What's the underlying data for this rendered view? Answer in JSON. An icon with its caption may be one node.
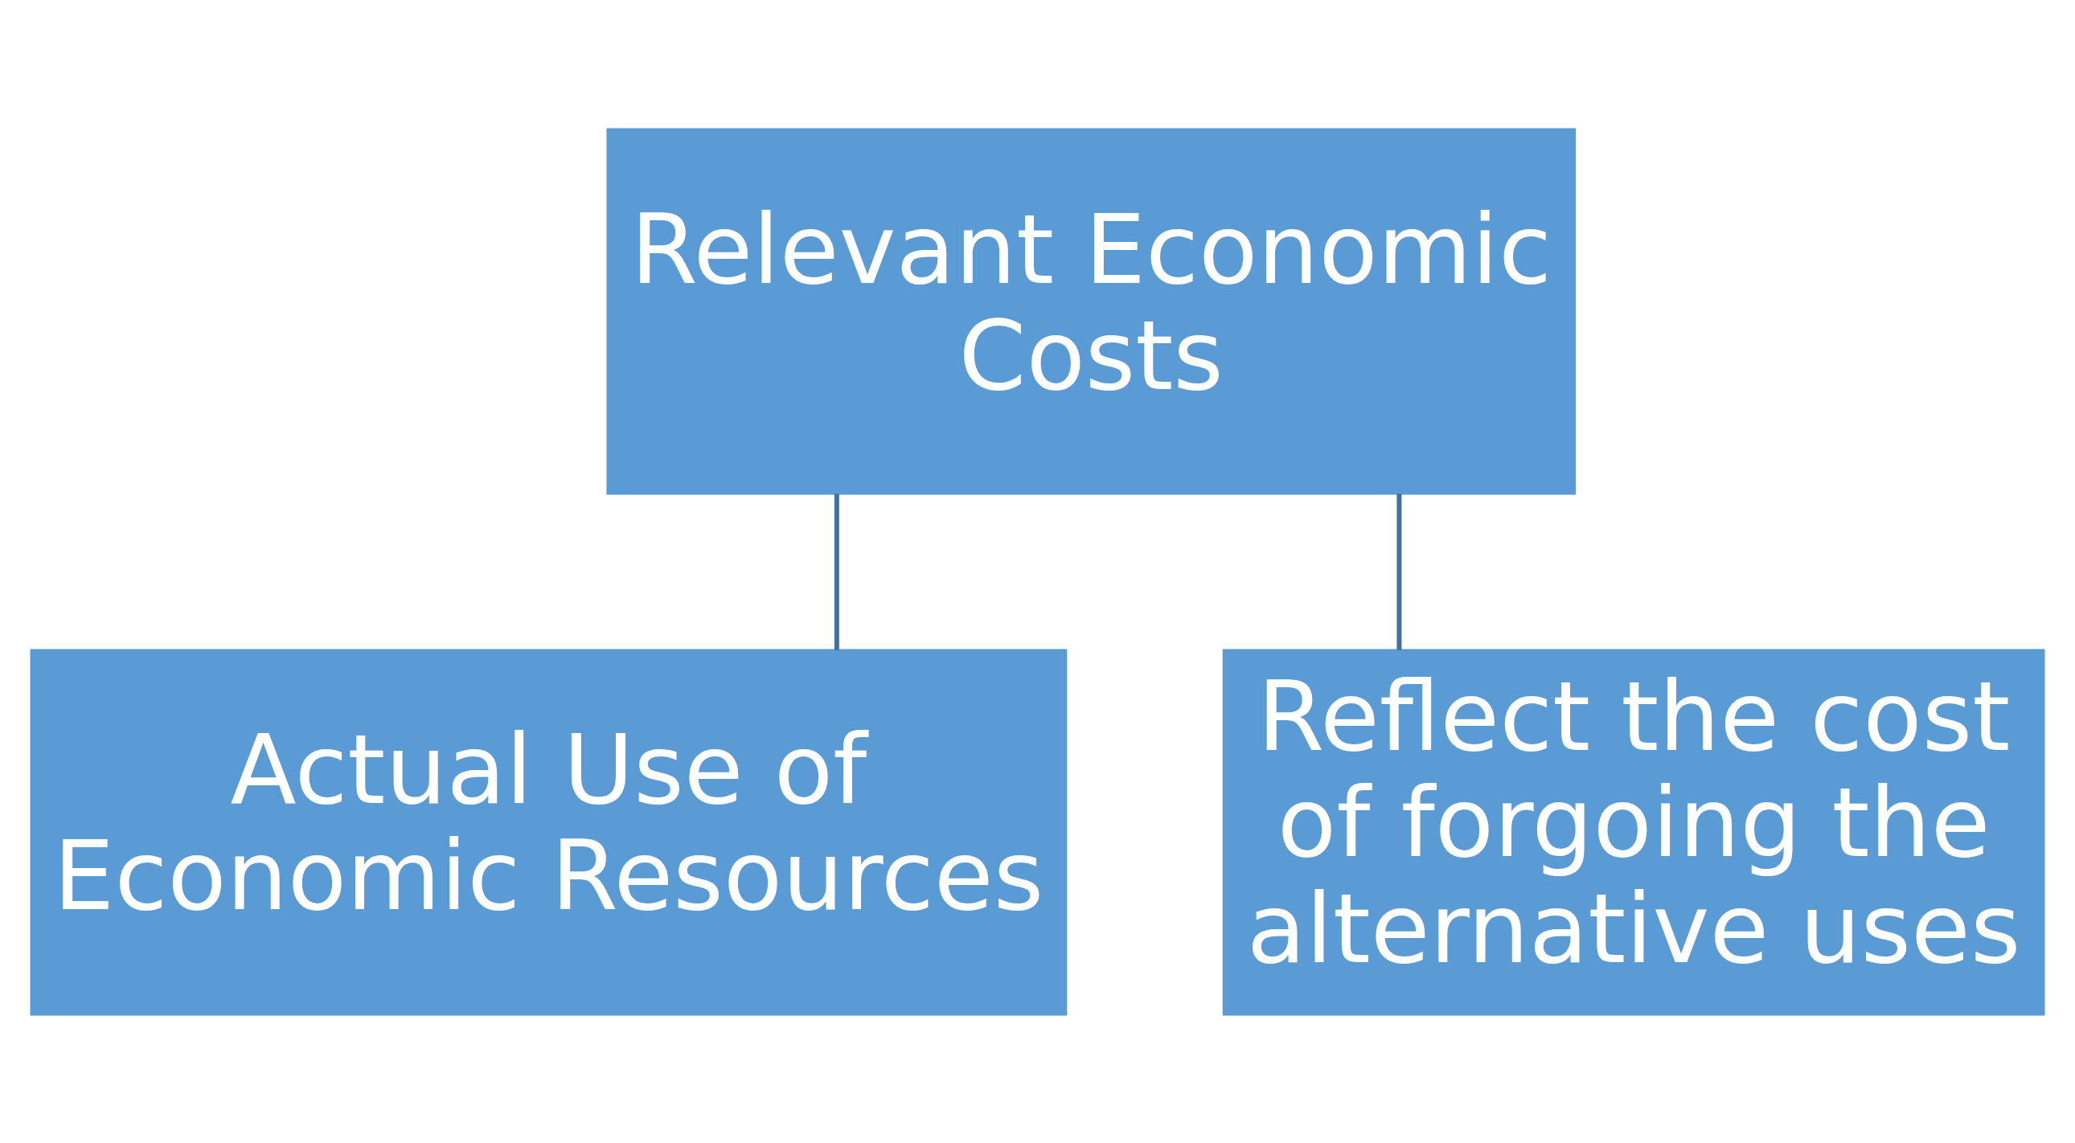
{
  "diagram": {
    "nodes": [
      {
        "text": [
          "Relevant Economic Costs"
        ]
      },
      {
        "text": [
          "Actual Use of Economic Resources"
        ]
      },
      {
        "text": [
          "Reflect the cost of forgoing the alternative uses"
        ]
      }
    ],
    "edges": [
      {
        "from": 0,
        "to": 1,
        "arrow": "none"
      },
      {
        "from": 0,
        "to": 2,
        "arrow": "none"
      }
    ]
  }
}
